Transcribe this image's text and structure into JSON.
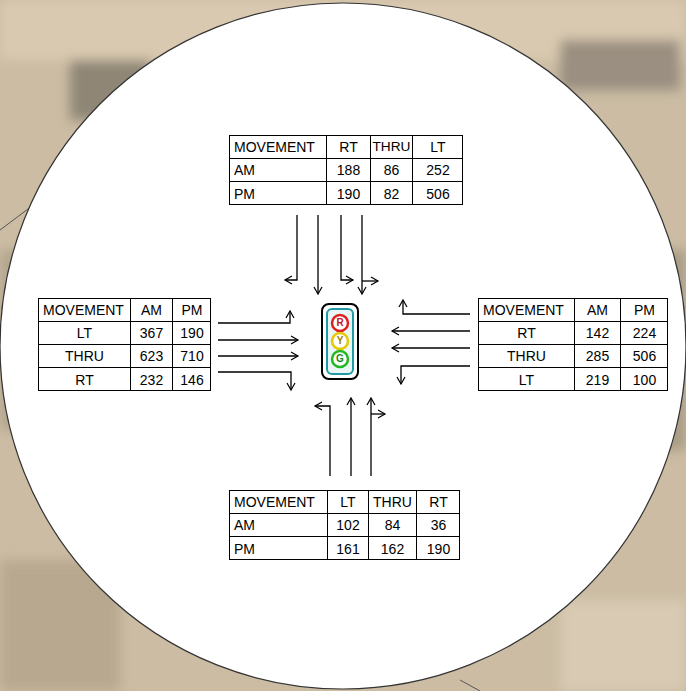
{
  "diagram": {
    "nodes": [
      {
        "text": [
          "MOVEMENT",
          "RT",
          "THRU",
          "LT",
          "AM",
          "188",
          "86",
          "252",
          "PM",
          "190",
          "82",
          "506"
        ]
      },
      {
        "text": [
          "MOVEMENT",
          "AM",
          "PM",
          "LT",
          "367",
          "190",
          "THRU",
          "623",
          "710",
          "RT",
          "232",
          "146"
        ]
      },
      {
        "text": [
          "MOVEMENT",
          "AM",
          "PM",
          "RT",
          "142",
          "224",
          "THRU",
          "285",
          "506",
          "LT",
          "219",
          "100"
        ]
      },
      {
        "text": [
          "MOVEMENT",
          "LT",
          "THRU",
          "RT",
          "AM",
          "102",
          "84",
          "36",
          "PM",
          "161",
          "162",
          "190"
        ]
      }
    ],
    "labels": [
      "R",
      "Y",
      "G"
    ]
  }
}
